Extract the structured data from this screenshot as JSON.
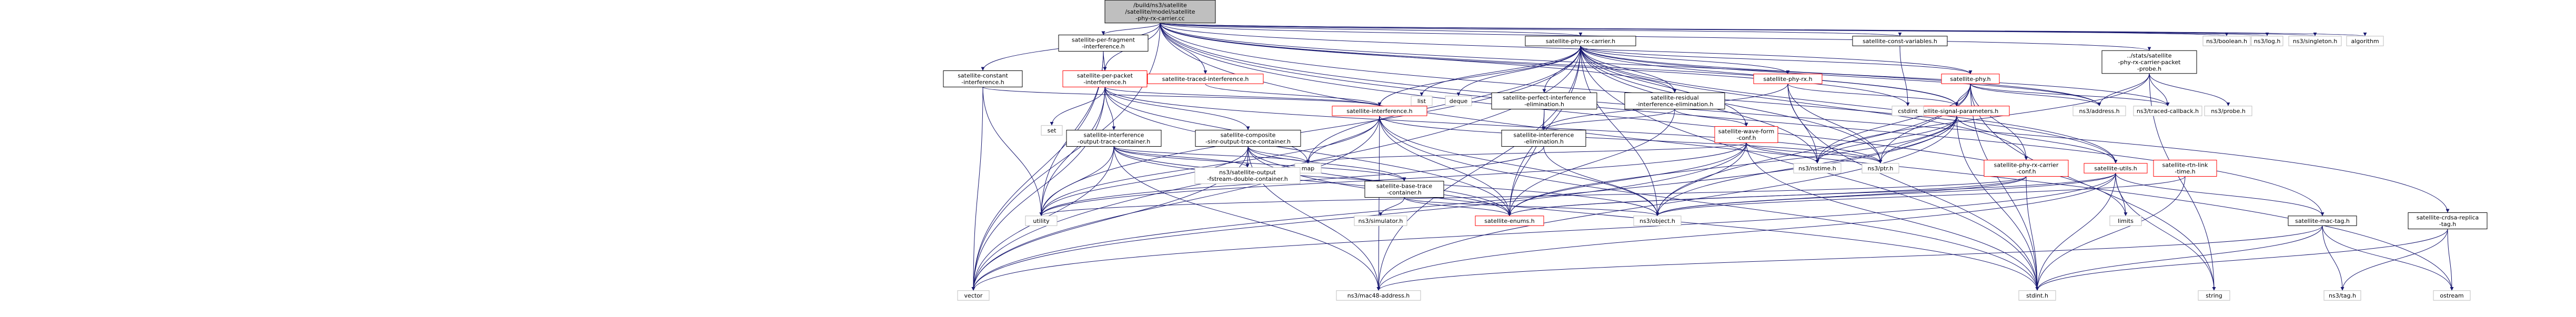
{
  "colors": {
    "edge": "#191970",
    "node_border_gray": "#bfbfbf",
    "node_border_black": "#000000",
    "node_border_red": "#ff0000",
    "root_fill": "#bfbfbf"
  },
  "nodes": [
    {
      "id": "root",
      "lines": [
        "/build/ns3/satellite",
        "/satellite/model/satellite",
        "-phy-rx-carrier.cc"
      ],
      "style": "root"
    },
    {
      "id": "pfi",
      "lines": [
        "satellite-per-fragment",
        "-interference.h"
      ],
      "style": "black"
    },
    {
      "id": "ppi",
      "lines": [
        "satellite-per-packet",
        "-interference.h"
      ],
      "style": "red"
    },
    {
      "id": "tri",
      "lines": [
        "satellite-traced-interference.h"
      ],
      "style": "red"
    },
    {
      "id": "sci",
      "lines": [
        "satellite-constant",
        "-interference.h"
      ],
      "style": "black"
    },
    {
      "id": "prc",
      "lines": [
        "satellite-phy-rx-carrier.h"
      ],
      "style": "black"
    },
    {
      "id": "sconst",
      "lines": [
        "satellite-const-variables.h"
      ],
      "style": "black"
    },
    {
      "id": "pkt",
      "lines": [
        "../stats/satellite",
        "-phy-rx-carrier-packet",
        "-probe.h"
      ],
      "style": "black"
    },
    {
      "id": "bool",
      "lines": [
        "ns3/boolean.h"
      ],
      "style": "gray"
    },
    {
      "id": "log",
      "lines": [
        "ns3/log.h"
      ],
      "style": "gray"
    },
    {
      "id": "singl",
      "lines": [
        "ns3/singleton.h"
      ],
      "style": "gray"
    },
    {
      "id": "algo",
      "lines": [
        "algorithm"
      ],
      "style": "gray"
    },
    {
      "id": "list",
      "lines": [
        "list"
      ],
      "style": "gray"
    },
    {
      "id": "deque",
      "lines": [
        "deque"
      ],
      "style": "gray"
    },
    {
      "id": "perf",
      "lines": [
        "satellite-perfect-interference",
        "-elimination.h"
      ],
      "style": "black"
    },
    {
      "id": "resid",
      "lines": [
        "satellite-residual",
        "-interference-elimination.h"
      ],
      "style": "black"
    },
    {
      "id": "phyrx",
      "lines": [
        "satellite-phy-rx.h"
      ],
      "style": "red"
    },
    {
      "id": "phy",
      "lines": [
        "satellite-phy.h"
      ],
      "style": "red"
    },
    {
      "id": "set",
      "lines": [
        "set"
      ],
      "style": "gray"
    },
    {
      "id": "iotc",
      "lines": [
        "satellite-interference",
        "-output-trace-container.h"
      ],
      "style": "black"
    },
    {
      "id": "cit",
      "lines": [
        "satellite-composite",
        "-sinr-output-trace-container.h"
      ],
      "style": "black"
    },
    {
      "id": "intf",
      "lines": [
        "satellite-interference.h"
      ],
      "style": "red"
    },
    {
      "id": "elim",
      "lines": [
        "satellite-interference",
        "-elimination.h"
      ],
      "style": "black"
    },
    {
      "id": "wave",
      "lines": [
        "satellite-wave-form",
        "-conf.h"
      ],
      "style": "red"
    },
    {
      "id": "sig",
      "lines": [
        "satellite-signal-parameters.h"
      ],
      "style": "red"
    },
    {
      "id": "addr",
      "lines": [
        "ns3/address.h"
      ],
      "style": "gray"
    },
    {
      "id": "tcb",
      "lines": [
        "ns3/traced-callback.h"
      ],
      "style": "gray"
    },
    {
      "id": "probe",
      "lines": [
        "ns3/probe.h"
      ],
      "style": "gray"
    },
    {
      "id": "map",
      "lines": [
        "map"
      ],
      "style": "gray"
    },
    {
      "id": "base",
      "lines": [
        "satellite-base-trace",
        "-container.h"
      ],
      "style": "black"
    },
    {
      "id": "nstime",
      "lines": [
        "ns3/nstime.h"
      ],
      "style": "gray"
    },
    {
      "id": "ptr",
      "lines": [
        "ns3/ptr.h"
      ],
      "style": "gray"
    },
    {
      "id": "prcconf",
      "lines": [
        "satellite-phy-rx-carrier",
        "-conf.h"
      ],
      "style": "red"
    },
    {
      "id": "utils",
      "lines": [
        "satellite-utils.h"
      ],
      "style": "red"
    },
    {
      "id": "rtn",
      "lines": [
        "satellite-rtn-link",
        "-time.h"
      ],
      "style": "red"
    },
    {
      "id": "outfs",
      "lines": [
        "ns3/satellite-output",
        "-fstream-double-container.h"
      ],
      "style": "gray"
    },
    {
      "id": "util",
      "lines": [
        "utility"
      ],
      "style": "gray"
    },
    {
      "id": "enums",
      "lines": [
        "satellite-enums.h"
      ],
      "style": "red"
    },
    {
      "id": "obj",
      "lines": [
        "ns3/object.h"
      ],
      "style": "gray"
    },
    {
      "id": "limits",
      "lines": [
        "limits"
      ],
      "style": "gray"
    },
    {
      "id": "sim",
      "lines": [
        "ns3/simulator.h"
      ],
      "style": "gray"
    },
    {
      "id": "mac",
      "lines": [
        "satellite-mac-tag.h"
      ],
      "style": "black"
    },
    {
      "id": "crdsa",
      "lines": [
        "satellite-crdsa-replica",
        "-tag.h"
      ],
      "style": "black"
    },
    {
      "id": "cstdint",
      "lines": [
        "cstdint"
      ],
      "style": "gray"
    },
    {
      "id": "vector",
      "lines": [
        "vector"
      ],
      "style": "gray"
    },
    {
      "id": "mac48",
      "lines": [
        "ns3/mac48-address.h"
      ],
      "style": "gray"
    },
    {
      "id": "stdint",
      "lines": [
        "stdint.h"
      ],
      "style": "gray"
    },
    {
      "id": "string",
      "lines": [
        "string"
      ],
      "style": "gray"
    },
    {
      "id": "tag",
      "lines": [
        "ns3/tag.h"
      ],
      "style": "gray"
    },
    {
      "id": "ostream",
      "lines": [
        "ostream"
      ],
      "style": "gray"
    }
  ],
  "edges": [
    [
      "root",
      "pfi"
    ],
    [
      "root",
      "ppi"
    ],
    [
      "root",
      "tri"
    ],
    [
      "root",
      "sci"
    ],
    [
      "root",
      "prc"
    ],
    [
      "root",
      "sconst"
    ],
    [
      "root",
      "pkt"
    ],
    [
      "root",
      "bool"
    ],
    [
      "root",
      "log"
    ],
    [
      "root",
      "singl"
    ],
    [
      "root",
      "algo"
    ],
    [
      "root",
      "phy"
    ],
    [
      "root",
      "utils"
    ],
    [
      "root",
      "sig"
    ],
    [
      "root",
      "resid"
    ],
    [
      "root",
      "addr"
    ],
    [
      "root",
      "limits"
    ],
    [
      "root",
      "mac"
    ],
    [
      "root",
      "crdsa"
    ],
    [
      "root",
      "vector"
    ],
    [
      "root",
      "ostream"
    ],
    [
      "root",
      "cstdint"
    ],
    [
      "pfi",
      "ppi"
    ],
    [
      "pfi",
      "vector"
    ],
    [
      "pfi",
      "util"
    ],
    [
      "ppi",
      "set"
    ],
    [
      "ppi",
      "intf"
    ],
    [
      "ppi",
      "iotc"
    ],
    [
      "ppi",
      "cit"
    ],
    [
      "ppi",
      "map"
    ],
    [
      "ppi",
      "vector"
    ],
    [
      "ppi",
      "util"
    ],
    [
      "ppi",
      "enums"
    ],
    [
      "ppi",
      "ptr"
    ],
    [
      "tri",
      "intf"
    ],
    [
      "sci",
      "intf"
    ],
    [
      "sci",
      "util"
    ],
    [
      "sci",
      "vector"
    ],
    [
      "prc",
      "list"
    ],
    [
      "prc",
      "deque"
    ],
    [
      "prc",
      "perf"
    ],
    [
      "prc",
      "resid"
    ],
    [
      "prc",
      "phyrx"
    ],
    [
      "prc",
      "phy"
    ],
    [
      "prc",
      "intf"
    ],
    [
      "prc",
      "wave"
    ],
    [
      "prc",
      "sig"
    ],
    [
      "prc",
      "prcconf"
    ],
    [
      "prc",
      "utils"
    ],
    [
      "prc",
      "nstime"
    ],
    [
      "prc",
      "ptr"
    ],
    [
      "prc",
      "obj"
    ],
    [
      "prc",
      "addr"
    ],
    [
      "prc",
      "tcb"
    ],
    [
      "prc",
      "stdint"
    ],
    [
      "prc",
      "vector"
    ],
    [
      "prc",
      "map"
    ],
    [
      "prc",
      "util"
    ],
    [
      "prc",
      "enums"
    ],
    [
      "prc",
      "mac48"
    ],
    [
      "sconst",
      "cstdint"
    ],
    [
      "pkt",
      "addr"
    ],
    [
      "pkt",
      "tcb"
    ],
    [
      "pkt",
      "probe"
    ],
    [
      "pkt",
      "nstime"
    ],
    [
      "pkt",
      "string"
    ],
    [
      "perf",
      "elim"
    ],
    [
      "perf",
      "enums"
    ],
    [
      "resid",
      "elim"
    ],
    [
      "resid",
      "wave"
    ],
    [
      "resid",
      "enums"
    ],
    [
      "phyrx",
      "sig"
    ],
    [
      "phyrx",
      "nstime"
    ],
    [
      "phyrx",
      "ptr"
    ],
    [
      "phyrx",
      "elim"
    ],
    [
      "phyrx",
      "stdint"
    ],
    [
      "phy",
      "sig"
    ],
    [
      "phy",
      "prcconf"
    ],
    [
      "phy",
      "addr"
    ],
    [
      "phy",
      "tcb"
    ],
    [
      "phy",
      "ptr"
    ],
    [
      "phy",
      "obj"
    ],
    [
      "phy",
      "stdint"
    ],
    [
      "phy",
      "string"
    ],
    [
      "phy",
      "nstime"
    ],
    [
      "iotc",
      "base"
    ],
    [
      "iotc",
      "outfs"
    ],
    [
      "iotc",
      "map"
    ],
    [
      "iotc",
      "util"
    ],
    [
      "iotc",
      "vector"
    ],
    [
      "iotc",
      "enums"
    ],
    [
      "iotc",
      "mac48"
    ],
    [
      "iotc",
      "obj"
    ],
    [
      "cit",
      "base"
    ],
    [
      "cit",
      "outfs"
    ],
    [
      "cit",
      "map"
    ],
    [
      "cit",
      "util"
    ],
    [
      "cit",
      "vector"
    ],
    [
      "cit",
      "enums"
    ],
    [
      "cit",
      "mac48"
    ],
    [
      "cit",
      "stdint"
    ],
    [
      "intf",
      "map"
    ],
    [
      "intf",
      "util"
    ],
    [
      "intf",
      "vector"
    ],
    [
      "intf",
      "enums"
    ],
    [
      "intf",
      "obj"
    ],
    [
      "intf",
      "mac48"
    ],
    [
      "intf",
      "stdint"
    ],
    [
      "intf",
      "ptr"
    ],
    [
      "elim",
      "obj"
    ],
    [
      "elim",
      "util"
    ],
    [
      "wave",
      "ptr"
    ],
    [
      "wave",
      "nstime"
    ],
    [
      "wave",
      "obj"
    ],
    [
      "wave",
      "enums"
    ],
    [
      "wave",
      "vector"
    ],
    [
      "wave",
      "stdint"
    ],
    [
      "wave",
      "map"
    ],
    [
      "wave",
      "util"
    ],
    [
      "sig",
      "enums"
    ],
    [
      "sig",
      "ptr"
    ],
    [
      "sig",
      "nstime"
    ],
    [
      "sig",
      "obj"
    ],
    [
      "sig",
      "utils"
    ],
    [
      "sig",
      "stdint"
    ],
    [
      "sig",
      "vector"
    ],
    [
      "sig",
      "mac48"
    ],
    [
      "base",
      "sim"
    ],
    [
      "base",
      "obj"
    ],
    [
      "base",
      "enums"
    ],
    [
      "prcconf",
      "enums"
    ],
    [
      "prcconf",
      "stdint"
    ],
    [
      "prcconf",
      "obj"
    ],
    [
      "prcconf",
      "util"
    ],
    [
      "utils",
      "enums"
    ],
    [
      "utils",
      "limits"
    ],
    [
      "utils",
      "mac"
    ],
    [
      "utils",
      "stdint"
    ],
    [
      "utils",
      "string"
    ],
    [
      "utils",
      "vector"
    ],
    [
      "utils",
      "obj"
    ],
    [
      "utils",
      "mac48"
    ],
    [
      "rtn",
      "stdint"
    ],
    [
      "rtn",
      "obj"
    ],
    [
      "mac",
      "tag"
    ],
    [
      "mac",
      "ostream"
    ],
    [
      "mac",
      "stdint"
    ],
    [
      "mac",
      "mac48"
    ],
    [
      "crdsa",
      "tag"
    ],
    [
      "crdsa",
      "ostream"
    ],
    [
      "crdsa",
      "stdint"
    ]
  ]
}
